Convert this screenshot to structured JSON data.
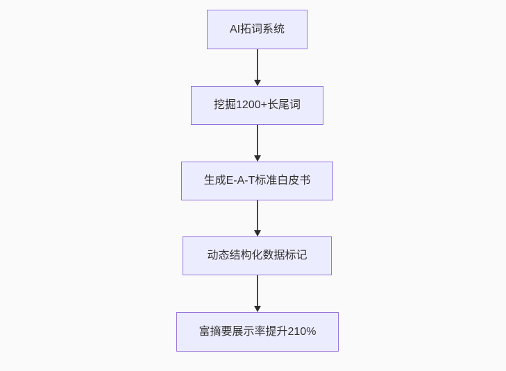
{
  "flowchart": {
    "title": "SEO AI flowchart",
    "colors": {
      "background": "#fafafa",
      "node_fill": "#ECECFF",
      "node_border": "#9370DB",
      "node_text": "#333333",
      "arrow": "#333333"
    },
    "direction": "top-down",
    "nodes": [
      {
        "id": "n1",
        "label": "AI拓词系统"
      },
      {
        "id": "n2",
        "label": "挖掘1200+长尾词"
      },
      {
        "id": "n3",
        "label": "生成E-A-T标准白皮书"
      },
      {
        "id": "n4",
        "label": "动态结构化数据标记"
      },
      {
        "id": "n5",
        "label": "富摘要展示率提升210%"
      }
    ],
    "edges": [
      {
        "from": "n1",
        "to": "n2",
        "style": "arrow-down"
      },
      {
        "from": "n2",
        "to": "n3",
        "style": "arrow-down"
      },
      {
        "from": "n3",
        "to": "n4",
        "style": "arrow-down"
      },
      {
        "from": "n4",
        "to": "n5",
        "style": "arrow-down"
      }
    ]
  }
}
